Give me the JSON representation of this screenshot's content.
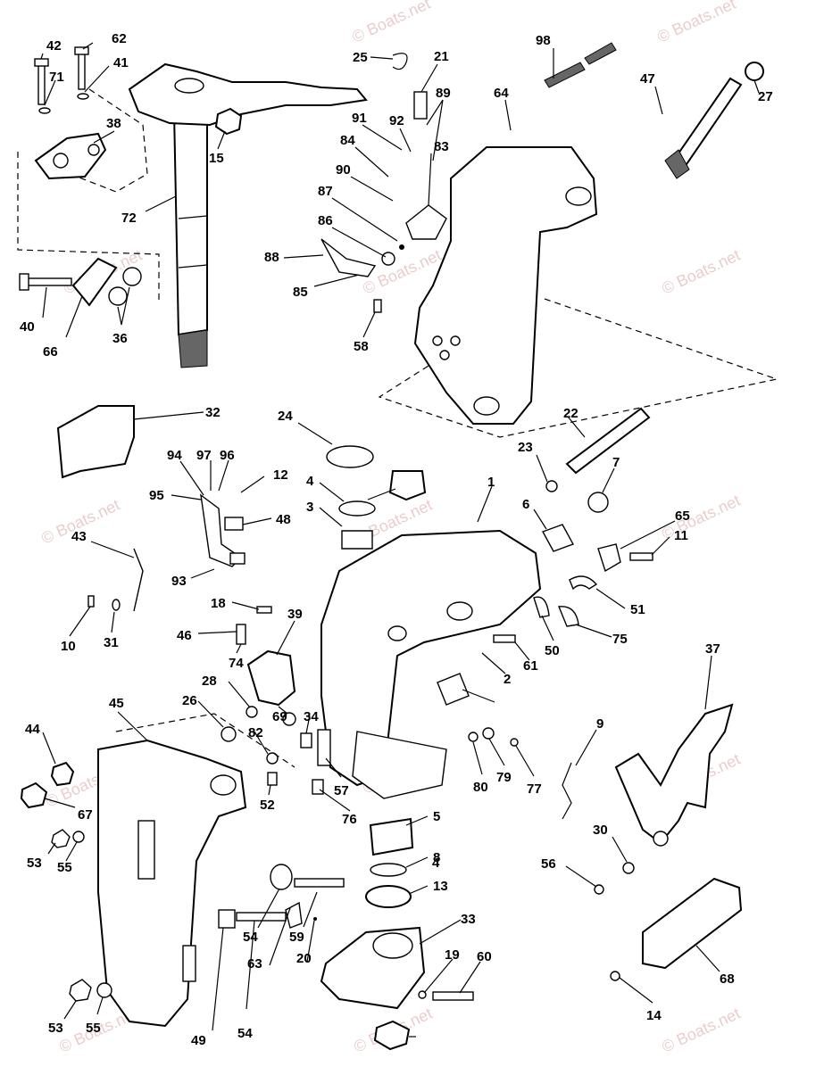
{
  "watermark": "© Boats.net",
  "labels": [
    "42",
    "62",
    "71",
    "41",
    "38",
    "15",
    "72",
    "40",
    "66",
    "36",
    "25",
    "21",
    "98",
    "64",
    "47",
    "27",
    "89",
    "91",
    "92",
    "84",
    "83",
    "90",
    "87",
    "86",
    "88",
    "85",
    "58",
    "32",
    "24",
    "4",
    "3",
    "1",
    "22",
    "23",
    "7",
    "6",
    "65",
    "11",
    "94",
    "97",
    "96",
    "12",
    "95",
    "48",
    "43",
    "93",
    "10",
    "31",
    "18",
    "46",
    "74",
    "39",
    "51",
    "50",
    "75",
    "61",
    "2",
    "28",
    "26",
    "69",
    "34",
    "82",
    "52",
    "57",
    "76",
    "80",
    "79",
    "77",
    "45",
    "44",
    "67",
    "53",
    "55",
    "37",
    "9",
    "30",
    "56",
    "54",
    "59",
    "5",
    "8",
    "13",
    "33",
    "68",
    "63",
    "20",
    "19",
    "60",
    "49",
    "14"
  ]
}
